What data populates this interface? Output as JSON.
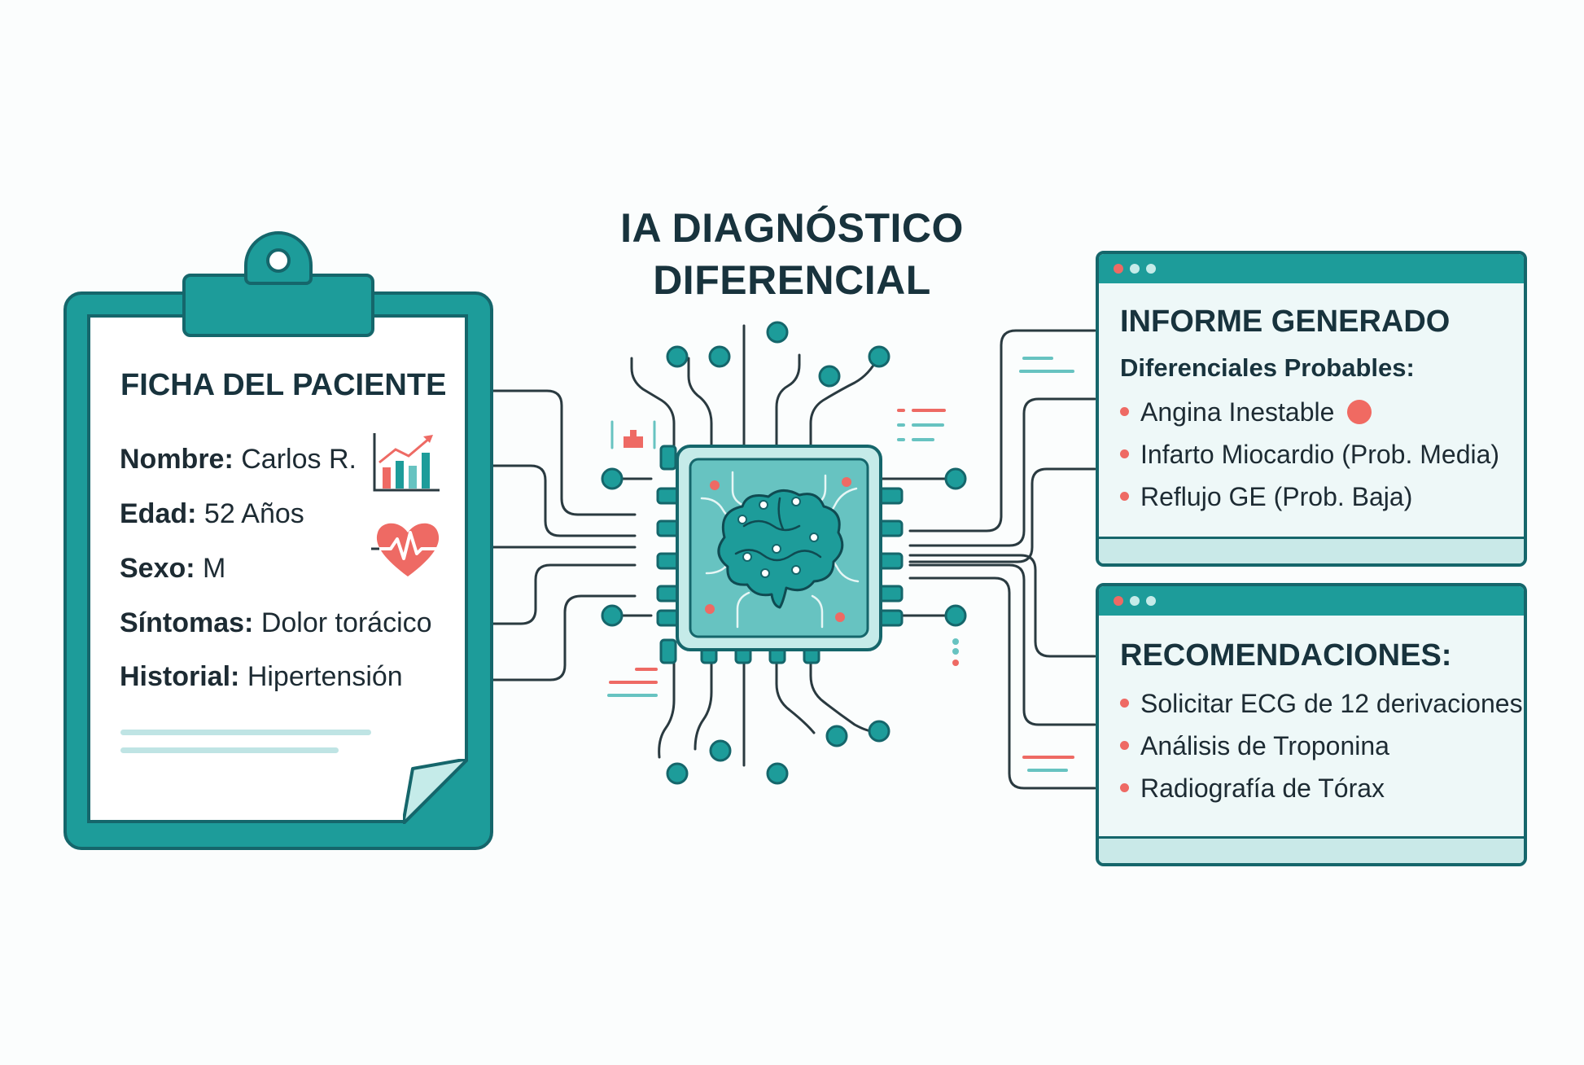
{
  "title": {
    "line1": "IA DIAGNÓSTICO",
    "line2": "DIFERENCIAL"
  },
  "patient_card": {
    "heading": "FICHA DEL PACIENTE",
    "fields": [
      {
        "label": "Nombre:",
        "value": "Carlos R."
      },
      {
        "label": "Edad:",
        "value": "52 Años"
      },
      {
        "label": "Sexo:",
        "value": "M"
      },
      {
        "label": "Síntomas:",
        "value": "Dolor torácico"
      },
      {
        "label": "Historial:",
        "value": "Hipertensión"
      }
    ]
  },
  "report": {
    "heading": "INFORME GENERADO",
    "subheading": "Diferenciales Probables:",
    "items": [
      "Angina Inestable",
      "Infarto Miocardio (Prob. Media)",
      "Reflujo GE (Prob. Baja)"
    ]
  },
  "recommendations": {
    "heading": "RECOMENDACIONES:",
    "items": [
      "Solicitar ECG de 12 derivaciones",
      "Análisis de Troponina",
      "Radiografía de Tórax"
    ]
  },
  "icons": [
    "growth-chart-icon",
    "heartbeat-icon",
    "brain-chip-icon",
    "clipboard-icon"
  ],
  "colors": {
    "teal": "#1d9c9a",
    "dark_teal": "#15666b",
    "light_teal": "#bfe4e4",
    "accent_red": "#ee6a64",
    "text": "#18333d"
  }
}
